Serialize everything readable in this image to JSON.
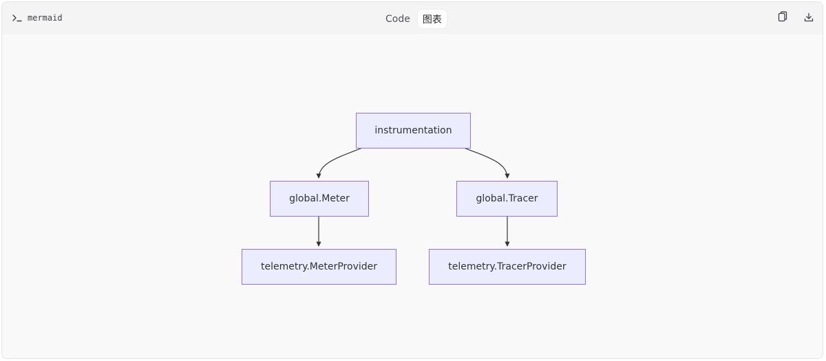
{
  "header": {
    "language": "mermaid",
    "tabs": [
      {
        "label": "Code",
        "active": false
      },
      {
        "label": "图表",
        "active": true
      }
    ],
    "icons": [
      "terminal-icon",
      "copy-icon",
      "download-icon"
    ]
  },
  "diagram": {
    "type": "flowchart",
    "direction": "TD",
    "nodes": {
      "instrumentation": "instrumentation",
      "global_meter": "global.Meter",
      "global_tracer": "global.Tracer",
      "meter_provider": "telemetry.MeterProvider",
      "tracer_provider": "telemetry.TracerProvider"
    },
    "edges": [
      [
        "instrumentation",
        "global_meter"
      ],
      [
        "instrumentation",
        "global_tracer"
      ],
      [
        "global_meter",
        "meter_provider"
      ],
      [
        "global_tracer",
        "tracer_provider"
      ]
    ],
    "colors": {
      "node_fill": "#ececff",
      "node_border": "#9370db",
      "edge": "#333333"
    }
  }
}
